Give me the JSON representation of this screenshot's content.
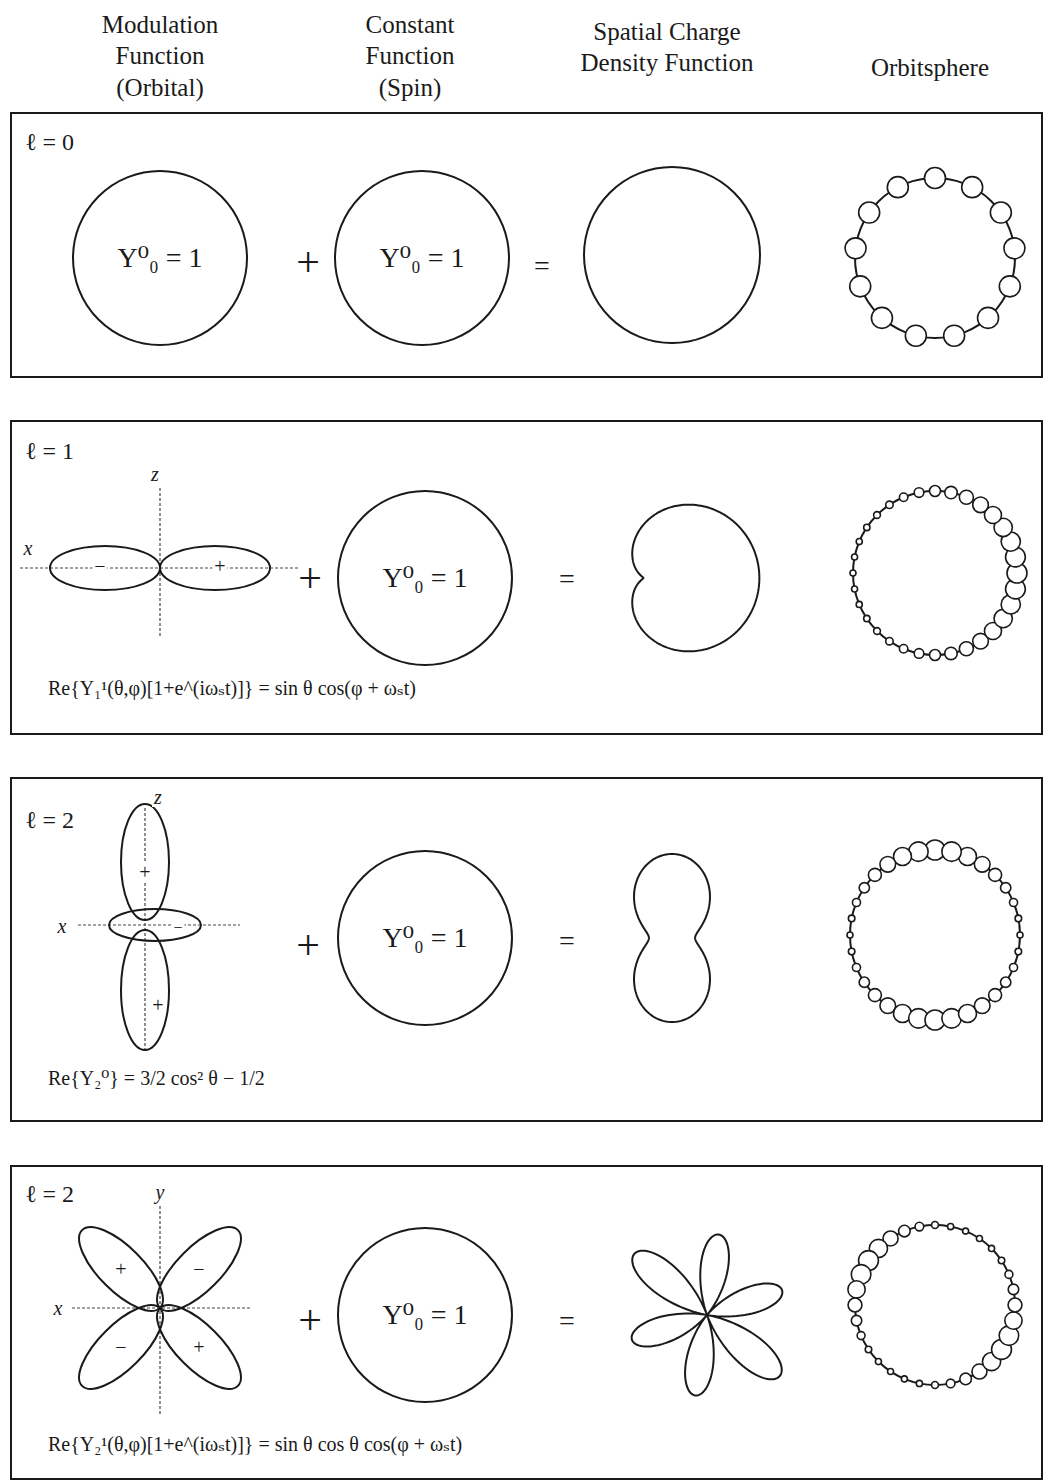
{
  "diagram": {
    "nodes": [
      {
        "text": [
          "ℓ = 0"
        ]
      },
      {
        "text": [
          "Y⁰₀ = 1"
        ],
        "in": 0
      },
      {
        "text": [
          "Y⁰₀ = 1"
        ],
        "in": 0
      },
      {
        "text": [
          "ℓ = 1",
          "Re{Y₁¹(θ,φ)[1+e^(iωₛt)]} = sin θ cos(φ + ωₛt)"
        ]
      },
      {
        "text": [
          "Y⁰₀ = 1"
        ],
        "in": 3
      },
      {
        "text": [
          "ℓ = 2",
          "Re{Y₂⁰} = 3/2 cos² θ − 1/2"
        ]
      },
      {
        "text": [
          "Y⁰₀ = 1"
        ],
        "in": 5
      },
      {
        "text": [
          "ℓ = 2",
          "Re{Y₂¹(θ,φ)[1+e^(iωₛt)]} = sin θ cos θ cos(φ + ωₛt)"
        ]
      },
      {
        "text": [
          "Y⁰₀ = 1"
        ],
        "in": 7
      }
    ],
    "labels": [
      "Modulation Function (Orbital)",
      "Constant Function (Spin)",
      "Spatial Charge Density Function",
      "Orbitsphere",
      "+",
      "=",
      "z",
      "x",
      "−",
      "+",
      "+",
      "=",
      "z",
      "+",
      "x",
      "−",
      "+",
      "+",
      "=",
      "y",
      "+",
      "−",
      "x",
      "−",
      "+",
      "+",
      "="
    ]
  }
}
